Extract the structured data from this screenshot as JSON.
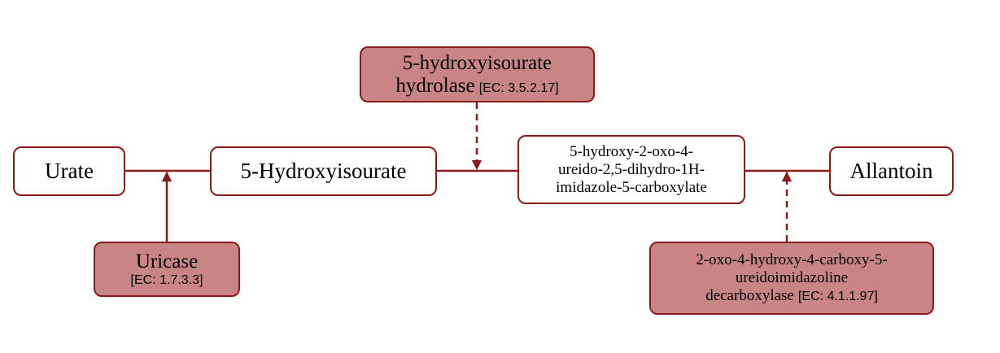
{
  "metabolites": {
    "urate": "Urate",
    "hydroxyisourate": "5-Hydroxyisourate",
    "ohcu": [
      "5-hydroxy-2-oxo-4-",
      "ureido-2,5-dihydro-1H-",
      "imidazole-5-carboxylate"
    ],
    "allantoin": "Allantoin"
  },
  "enzymes": {
    "uricase": {
      "name": "Uricase",
      "ec": "[EC: 1.7.3.3]"
    },
    "hiu_hydrolase": {
      "name_line1": "5-hydroxyisourate",
      "name_line2": "hydrolase",
      "ec": "[EC: 3.5.2.17]"
    },
    "ohcu_decarboxylase": {
      "name_lines": [
        "2-oxo-4-hydroxy-4-carboxy-5-",
        "ureidoimidazoline",
        "decarboxylase"
      ],
      "ec": "[EC: 4.1.1.97]"
    }
  },
  "colors": {
    "border": "#8b1a1a",
    "enzyme_fill": "#c98585",
    "connector": "#8b1a1a"
  }
}
